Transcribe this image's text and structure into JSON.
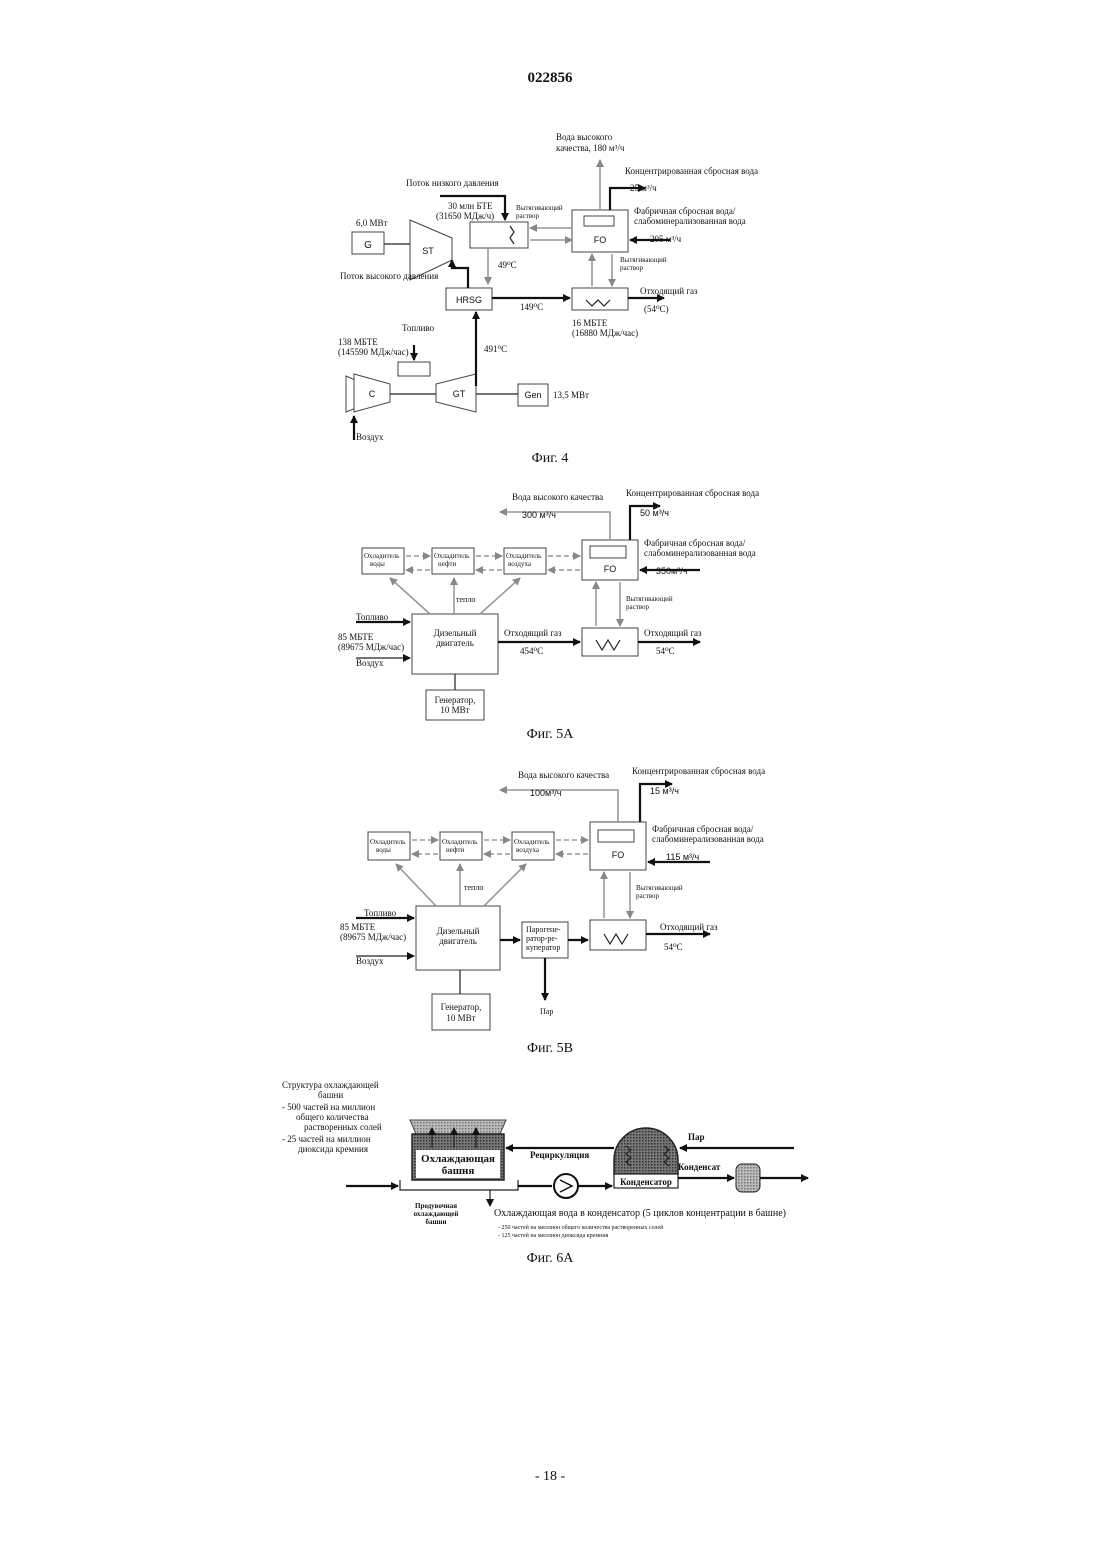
{
  "page": {
    "doc_number": "022856",
    "page_footer": "- 18 -"
  },
  "fig4": {
    "caption": "Фиг. 4",
    "hq_water_1": "Вода высокого",
    "hq_water_2": "качества, 180 м³/ч",
    "conc_waste": "Концентрированная сбросная вода",
    "conc_flow": "25 м³/ч",
    "low_pressure": "Поток низкого давления",
    "btu_1": "30 млн БТЕ",
    "btu_2": "(31650 МДж/ч)",
    "draw_1": "Вытягивающий",
    "draw_2": "раствор",
    "factory_1": "Фабричная сбросная вода/",
    "factory_2": "слабоминерализованная вода",
    "factory_flow": "205 м³/ч",
    "power_g": "6,0 МВт",
    "g_label": "G",
    "st_label": "ST",
    "fo_label": "FO",
    "draw2_1": "Вытягивающий",
    "draw2_2": "раствор",
    "temp_49": "49⁰C",
    "high_pressure": "Поток высокого давления",
    "hrsg_label": "HRSG",
    "temp_149": "149⁰C",
    "exhaust": "Отходящий газ",
    "temp_54": "(54⁰C)",
    "mbtu_1": "16 МБТЕ",
    "mbtu_2": "(16880 МДж/час)",
    "fuel": "Топливо",
    "fuel_mbtu_1": "138 МБТЕ",
    "fuel_mbtu_2": "(145590 МДж/час)",
    "temp_491": "491⁰C",
    "c_label": "C",
    "gt_label": "GT",
    "gen_label": "Gen",
    "gen_power": "13,5 МВт",
    "air": "Воздух"
  },
  "fig5a": {
    "caption": "Фиг. 5А",
    "hq_water": "Вода высокого  качества",
    "hq_flow": "300 м³/ч",
    "conc_waste": "Концентрированная сбросная вода",
    "conc_flow": "50 м³/ч",
    "cool_water_1": "Охладитель",
    "cool_water_2": "воды",
    "cool_oil_1": "Охладитель",
    "cool_oil_2": "нефти",
    "cool_air_1": "Охладитель",
    "cool_air_2": "воздуха",
    "fo_label": "FO",
    "factory_1": "Фабричная сбросная вода/",
    "factory_2": "слабоминерализованная вода",
    "factory_flow": "350м³/ч",
    "heat": "тепло",
    "draw_1": "Вытягивающий",
    "draw_2": "раствор",
    "fuel": "Топливо",
    "mbtu_1": "85 МБТЕ",
    "mbtu_2": "(89675 МДж/час)",
    "air": "Воздух",
    "diesel_1": "Дизельный",
    "diesel_2": "двигатель",
    "exhaust_in": "Отходящий газ",
    "temp_454": "454⁰C",
    "exhaust_out": "Отходящий газ",
    "temp_54": "54⁰C",
    "gen_1": "Генератор,",
    "gen_2": "10 МВт"
  },
  "fig5b": {
    "caption": "Фиг. 5В",
    "hq_water": "Вода высокого  качества",
    "hq_flow": "100м³/ч",
    "conc_waste": "Концентрированная сбросная вода",
    "conc_flow": "15 м³/ч",
    "cool_water_1": "Охладитель",
    "cool_water_2": "воды",
    "cool_oil_1": "Охладитель",
    "cool_oil_2": "нефти",
    "cool_air_1": "Охладитель",
    "cool_air_2": "воздуха",
    "fo_label": "FO",
    "factory_1": "Фабричная сбросная вода/",
    "factory_2": "слабоминерализованная вода",
    "factory_flow": "115 м³/ч",
    "heat": "тепло",
    "draw_1": "Вытягивающий",
    "draw_2": "раствор",
    "fuel": "Топливо",
    "mbtu_1": "85 МБТЕ",
    "mbtu_2": "(89675 МДж/час)",
    "air": "Воздух",
    "diesel_1": "Дизельный",
    "diesel_2": "двигатель",
    "recup_1": "Парогене-",
    "recup_2": "ратор-ре-",
    "recup_3": "куператор",
    "exhaust": "Отходящий газ",
    "temp_54": "54⁰C",
    "steam": "Пар",
    "gen_1": "Генератор,",
    "gen_2": "10 МВт"
  },
  "fig6a": {
    "caption": "Фиг. 6А",
    "struct_1": "Структура охлаждающей",
    "struct_2": "башни",
    "struct_3": "- 500 частей на миллион",
    "struct_4": "общего количества",
    "struct_5": "растворенных солей",
    "struct_6": "- 25 частей на миллион",
    "struct_7": "диоксида кремния",
    "tower_1": "Охлаждающая",
    "tower_2": "башня",
    "recirc": "Рециркуляция",
    "steam": "Пар",
    "condensate": "Конденсат",
    "condenser": "Конденсатор",
    "blowdown_1": "Продувочная",
    "blowdown_2": "охлаждающей",
    "blowdown_3": "башни",
    "cond_water": "Охлаждающая вода в конденсатор (5 циклов концентрации в башне)",
    "spec_1": "- 250 частей на миллион общего количества растворенных солей",
    "spec_2": "- 125 частей на миллион диоксида кремния"
  }
}
